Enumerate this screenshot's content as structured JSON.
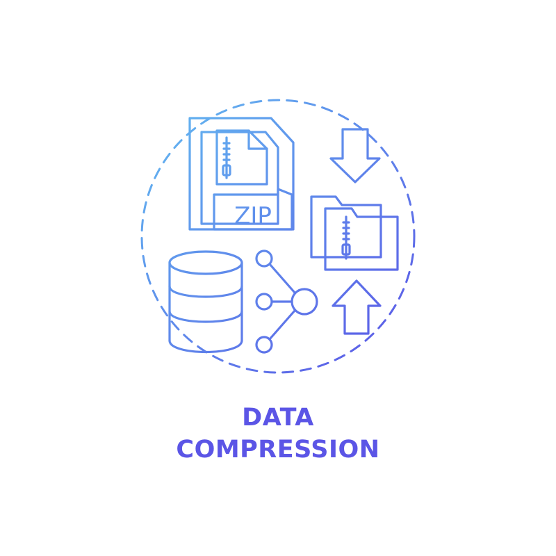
{
  "icon": {
    "zip_label": "ZIP",
    "gradient_start": "#63b9f0",
    "gradient_end": "#5b55e6",
    "icons": [
      "zip-file-icon",
      "arrow-down-icon",
      "zipped-folder-icon",
      "database-icon",
      "share-network-icon",
      "arrow-up-icon"
    ]
  },
  "caption": {
    "line1": "DATA",
    "line2": "COMPRESSION",
    "color": "#5b55e6"
  }
}
